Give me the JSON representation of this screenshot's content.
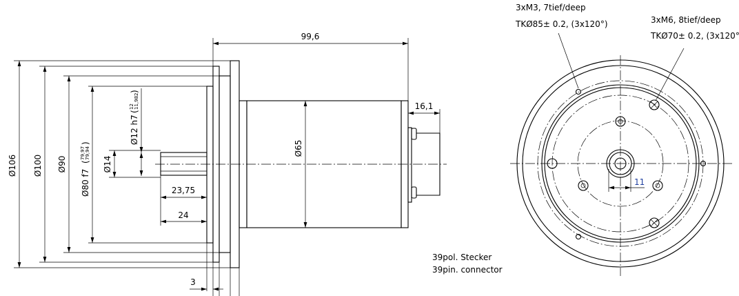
{
  "side_view": {
    "overall_length": "99,6",
    "connector_length": "16,1",
    "body_diameter": "Ø65",
    "shaft_length_1": "23,75",
    "shaft_length_2": "24",
    "pilot_depth": "3",
    "d106": "Ø106",
    "d100": "Ø100",
    "d90": "Ø90",
    "d80": "Ø80 f7",
    "d80_upper": "79,97",
    "d80_lower": "79,94",
    "d14": "Ø14",
    "d12": "Ø12 h7",
    "d12_upper": "12",
    "d12_lower": "11,982",
    "connector_label_de": "39pol. Stecker",
    "connector_label_en": "39pin. connector"
  },
  "front_view": {
    "m3_holes": "3xM3, 7tief/deep",
    "m3_circle": "TKØ85± 0.2, (3x120°)",
    "m6_holes": "3xM6, 8tief/deep",
    "m6_circle": "TKØ70± 0.2, (3x120°)",
    "flat_width": "11"
  }
}
